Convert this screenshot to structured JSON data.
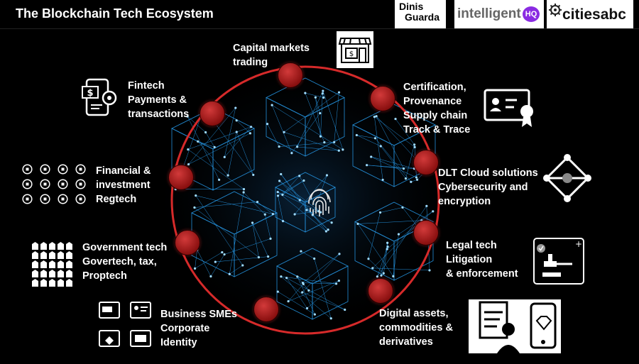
{
  "header": {
    "title": "The Blockchain Tech Ecosystem",
    "logo_dinis": [
      "Dinis",
      "Guarda"
    ],
    "logo_intelligent": "intelligent",
    "logo_hq": "HQ",
    "logo_cities": "citiesabc"
  },
  "segments": {
    "capital_markets": [
      "Capital markets",
      "trading"
    ],
    "certification": [
      "Certification,",
      "Provenance",
      "Supply chain",
      "Track & Trace"
    ],
    "dlt_cloud": [
      "DLT Cloud solutions",
      "Cybersecurity and",
      "encryption"
    ],
    "legal_tech": [
      "Legal tech",
      "Litigation",
      "& enforcement"
    ],
    "digital_assets": [
      "Digital assets,",
      "commodities &",
      "derivatives"
    ],
    "business_smes": [
      "Business SMEs",
      "Corporate",
      "Identity"
    ],
    "government_tech": [
      "Government tech",
      "Govertech, tax,",
      "Proptech"
    ],
    "financial": [
      "Financial &",
      "investment",
      "Regtech"
    ],
    "fintech": [
      "Fintech",
      "Payments &",
      "transactions"
    ]
  },
  "colors": {
    "background": "#000000",
    "ring": "#d62a2a",
    "node": "#b01c1c",
    "network_glow": "#2aa8ff"
  }
}
